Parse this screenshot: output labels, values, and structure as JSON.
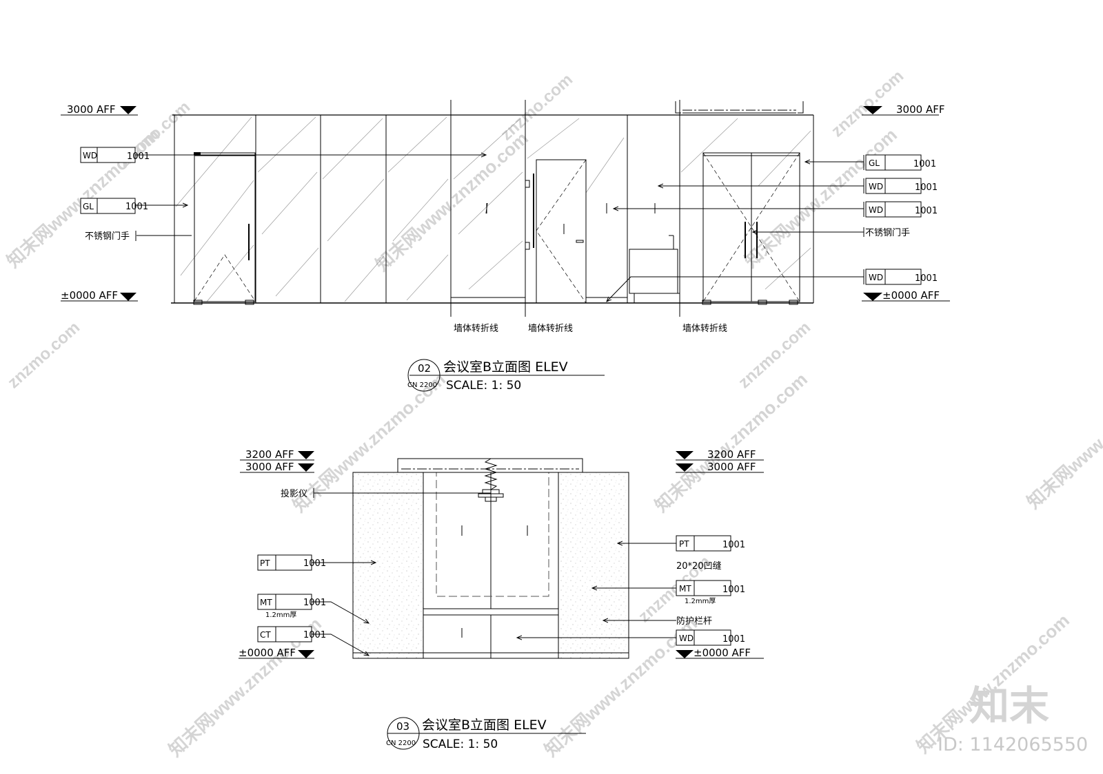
{
  "watermark": {
    "url": "znzmo.com",
    "site": "知末网www.znzmo.com"
  },
  "brand": {
    "logo": "知末",
    "id": "ID: 1142065550"
  },
  "elev02": {
    "levels": {
      "top_left": "3000  AFF",
      "top_right": "3000  AFF",
      "bottom_left": "±0000  AFF",
      "bottom_right": "±0000  AFF"
    },
    "tags": [
      {
        "code": "WD",
        "num": "1001"
      },
      {
        "code": "GL",
        "num": "1001"
      },
      {
        "code": "GL",
        "num": "1001"
      },
      {
        "code": "WD",
        "num": "1001"
      },
      {
        "code": "WD",
        "num": "1001"
      },
      {
        "code": "WD",
        "num": "1001"
      }
    ],
    "notes": {
      "handle_left": "不锈钢门手",
      "handle_right": "不锈钢门手",
      "wall_turn_1": "墙体转折线",
      "wall_turn_2": "墙体转折线",
      "wall_turn_3": "墙体转折线"
    },
    "title": {
      "num": "02",
      "sheet": "CN 2200",
      "name": "会议室B立面图   ELEV",
      "scale": "SCALE: 1: 50"
    }
  },
  "elev03": {
    "levels": {
      "l3200_left": "3200  AFF",
      "l3000_left": "3000  AFF",
      "l3200_right": "3200  AFF",
      "l3000_right": "3000  AFF",
      "l0_left": "±0000  AFF",
      "l0_right": "±0000  AFF"
    },
    "tags": [
      {
        "code": "PT",
        "num": "1001"
      },
      {
        "code": "MT",
        "num": "1001"
      },
      {
        "code": "CT",
        "num": "1001"
      },
      {
        "code": "PT",
        "num": "1001"
      },
      {
        "code": "MT",
        "num": "1001"
      },
      {
        "code": "WD",
        "num": "1001"
      }
    ],
    "notes": {
      "projector": "投影仪",
      "thick_left": "1.2mm厚",
      "thick_right": "1.2mm厚",
      "groove": "20*20凹缝",
      "guardrail": "防护栏杆"
    },
    "title": {
      "num": "03",
      "sheet": "CN 2200",
      "name": "会议室B立面图   ELEV",
      "scale": "SCALE: 1: 50"
    }
  }
}
